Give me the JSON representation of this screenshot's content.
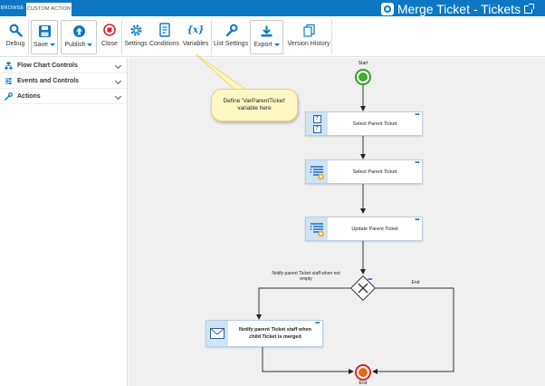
{
  "tabs": [
    {
      "label": "BROWSE",
      "active": false
    },
    {
      "label": "CUSTOM ACTION",
      "active": true
    }
  ],
  "app": {
    "title": "Merge Ticket - Tickets",
    "brand_color": "#0e77c4"
  },
  "ribbon": {
    "debug": "Debug",
    "save": "Save",
    "publish": "Publish",
    "close": "Close",
    "settings": "Settings",
    "conditions": "Conditions",
    "variables": "Variables",
    "variables_glyph": "{x}",
    "list_settings": "List Settings",
    "export": "Export",
    "version_history": "Version History"
  },
  "sidebar": {
    "items": [
      {
        "label": "Flow Chart Controls",
        "icon": "flowchart-icon"
      },
      {
        "label": "Events and Controls",
        "icon": "events-icon"
      },
      {
        "label": "Actions",
        "icon": "actions-icon"
      }
    ]
  },
  "callout": {
    "text": "Define 'VarParentTicket' variable here"
  },
  "flow": {
    "start_label": "Start",
    "end_label": "End",
    "branch_end_label": "End",
    "question_glyph": "?",
    "more_glyph": "•••",
    "nodes": [
      {
        "label": "Select Parent Ticket",
        "icon": "question-icon"
      },
      {
        "label": "Select Parent Ticket",
        "icon": "list-select-icon"
      },
      {
        "label": "Update Parent Ticket",
        "icon": "list-update-icon"
      },
      {
        "label": "Notify parent Ticket staff when child Ticket is merged",
        "icon": "email-icon"
      }
    ],
    "condition_label": "Notify parent Ticket staff when not empty"
  }
}
